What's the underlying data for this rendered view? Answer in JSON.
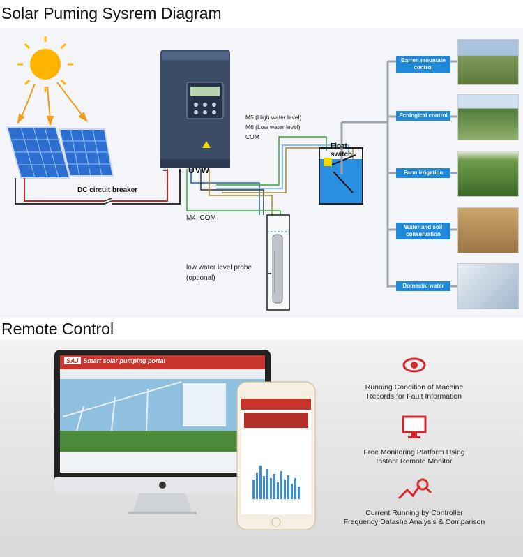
{
  "section1_title": "Solar Puming Sysrem Diagram",
  "section2_title": "Remote Control",
  "diagram": {
    "dc_breaker": "DC circuit breaker",
    "plus": "+",
    "minus": "-",
    "uvw": "UVW",
    "m5": "M5 (High water level)",
    "m6": "M6 (Low water level)",
    "com": "COM",
    "float_switch_1": "Float",
    "float_switch_2": "switch",
    "m4": "M4, COM",
    "probe_1": "low water level probe",
    "probe_2": "(optional)"
  },
  "applications": [
    "Barren mountain control",
    "Ecological control",
    "Farm irrigation",
    "Water and soil conservation",
    "Domestic water"
  ],
  "portal": {
    "logo": "SAJ",
    "title": "Smart solar pumping portal"
  },
  "features": [
    {
      "line1": "Running Condition of Machine",
      "line2": "Records for Fault Information"
    },
    {
      "line1": "Free Monitoring Platform Using",
      "line2": "Instant Remote Monitor"
    },
    {
      "line1": "Current Running by Controller",
      "line2": "Frequency Datashe Analysis & Comparison"
    }
  ],
  "colors": {
    "accent_blue": "#1f88d8",
    "wire_red": "#d42020",
    "wire_green": "#3aa83a",
    "brand_red": "#d8262b"
  }
}
